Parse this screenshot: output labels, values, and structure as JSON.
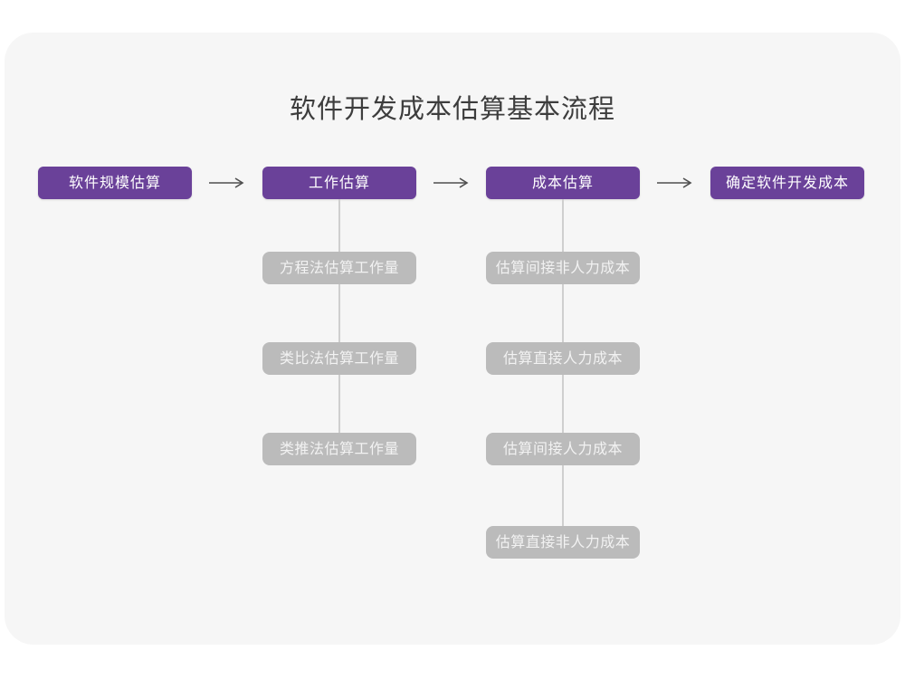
{
  "title": "软件开发成本估算基本流程",
  "colors": {
    "page_background": "#ffffff",
    "card_background": "#f6f6f6",
    "main_node_fill": "#6a4199",
    "sub_node_fill": "#bbbbbb",
    "connector_line": "#cfcfcf",
    "arrow_stroke": "#4f4f4f",
    "title_text": "#3d3d3d"
  },
  "flow": {
    "main_nodes": [
      "软件规模估算",
      "工作估算",
      "成本估算",
      "确定软件开发成本"
    ],
    "work_branch": [
      "方程法估算工作量",
      "类比法估算工作量",
      "类推法估算工作量"
    ],
    "cost_branch": [
      "估算间接非人力成本",
      "估算直接人力成本",
      "估算间接人力成本",
      "估算直接非人力成本"
    ]
  }
}
